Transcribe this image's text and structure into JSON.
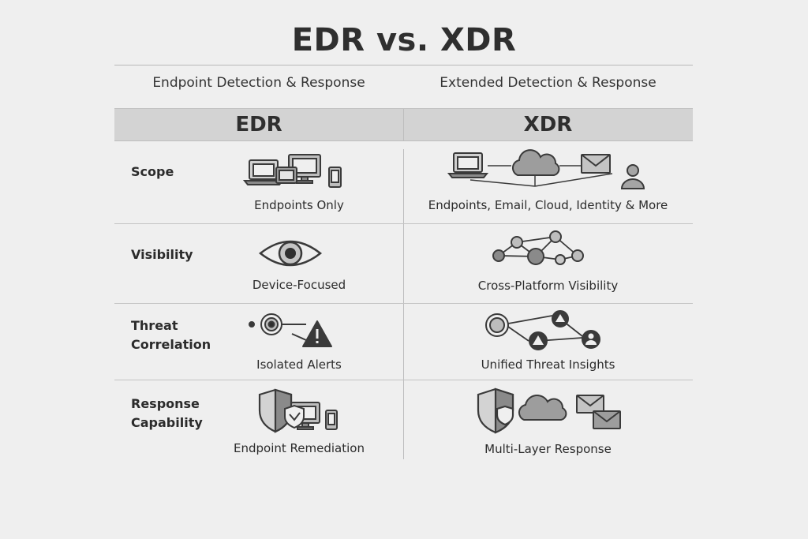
{
  "title": "EDR vs. XDR",
  "subtitles": {
    "left": "Endpoint Detection & Response",
    "right": "Extended Detection & Response"
  },
  "columns": {
    "left": "EDR",
    "right": "XDR"
  },
  "rows": [
    {
      "label_lines": [
        "Scope"
      ],
      "edr": {
        "text": "Endpoints Only",
        "icons": [
          "laptop-icon",
          "desktop-monitor-icon",
          "smartphone-icon"
        ]
      },
      "xdr": {
        "text": "Endpoints, Email, Cloud, Identity & More",
        "icons": [
          "laptop-icon",
          "cloud-icon",
          "email-icon",
          "user-icon"
        ]
      }
    },
    {
      "label_lines": [
        "Visibility"
      ],
      "edr": {
        "text": "Device-Focused",
        "icons": [
          "eye-icon"
        ]
      },
      "xdr": {
        "text": "Cross-Platform Visibility",
        "icons": [
          "network-nodes-icon"
        ]
      }
    },
    {
      "label_lines": [
        "Threat",
        "Correlation"
      ],
      "edr": {
        "text": "Isolated Alerts",
        "icons": [
          "target-icon",
          "warning-icon"
        ]
      },
      "xdr": {
        "text": "Unified Threat Insights",
        "icons": [
          "threat-correlation-graph-icon"
        ]
      }
    },
    {
      "label_lines": [
        "Response",
        "Capability"
      ],
      "edr": {
        "text": "Endpoint Remediation",
        "icons": [
          "shield-icon",
          "desktop-monitor-icon",
          "smartphone-icon"
        ]
      },
      "xdr": {
        "text": "Multi-Layer Response",
        "icons": [
          "shield-icon",
          "cloud-icon",
          "email-icon"
        ]
      }
    }
  ],
  "colors": {
    "background": "#efefef",
    "header_band": "#d3d3d3",
    "icon_stroke": "#3a3a3a",
    "icon_fill_light": "#c9c9c9",
    "icon_fill_dark": "#7a7a7a"
  }
}
